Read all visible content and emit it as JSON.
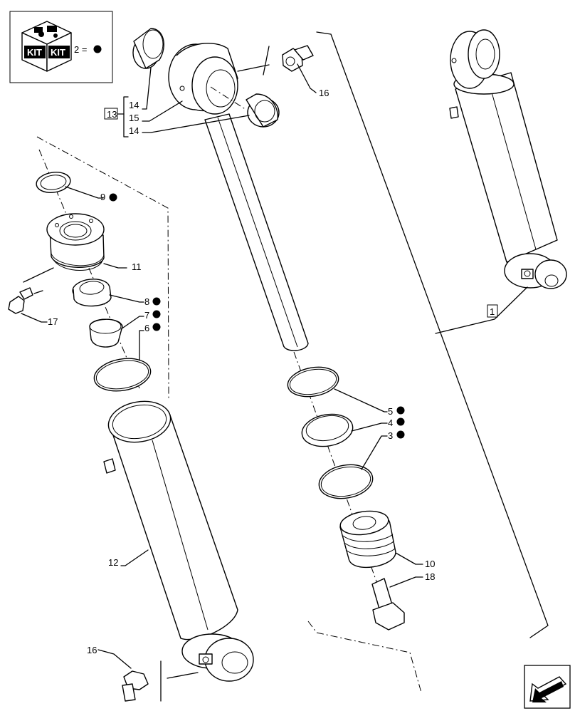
{
  "kit_legend": {
    "text_left": "KIT",
    "text_right": "KIT",
    "equation": "2 ="
  },
  "callouts": {
    "c1": "1",
    "c3": "3",
    "c4": "4",
    "c5": "5",
    "c6": "6",
    "c7": "7",
    "c8": "8",
    "c9": "9",
    "c10": "10",
    "c11": "11",
    "c12": "12",
    "c13": "13",
    "c14a": "14",
    "c14b": "14",
    "c15": "15",
    "c16a": "16",
    "c16b": "16",
    "c17": "17",
    "c18": "18"
  },
  "kit_marked_parts": [
    "3",
    "4",
    "5",
    "6",
    "7",
    "8",
    "9"
  ]
}
